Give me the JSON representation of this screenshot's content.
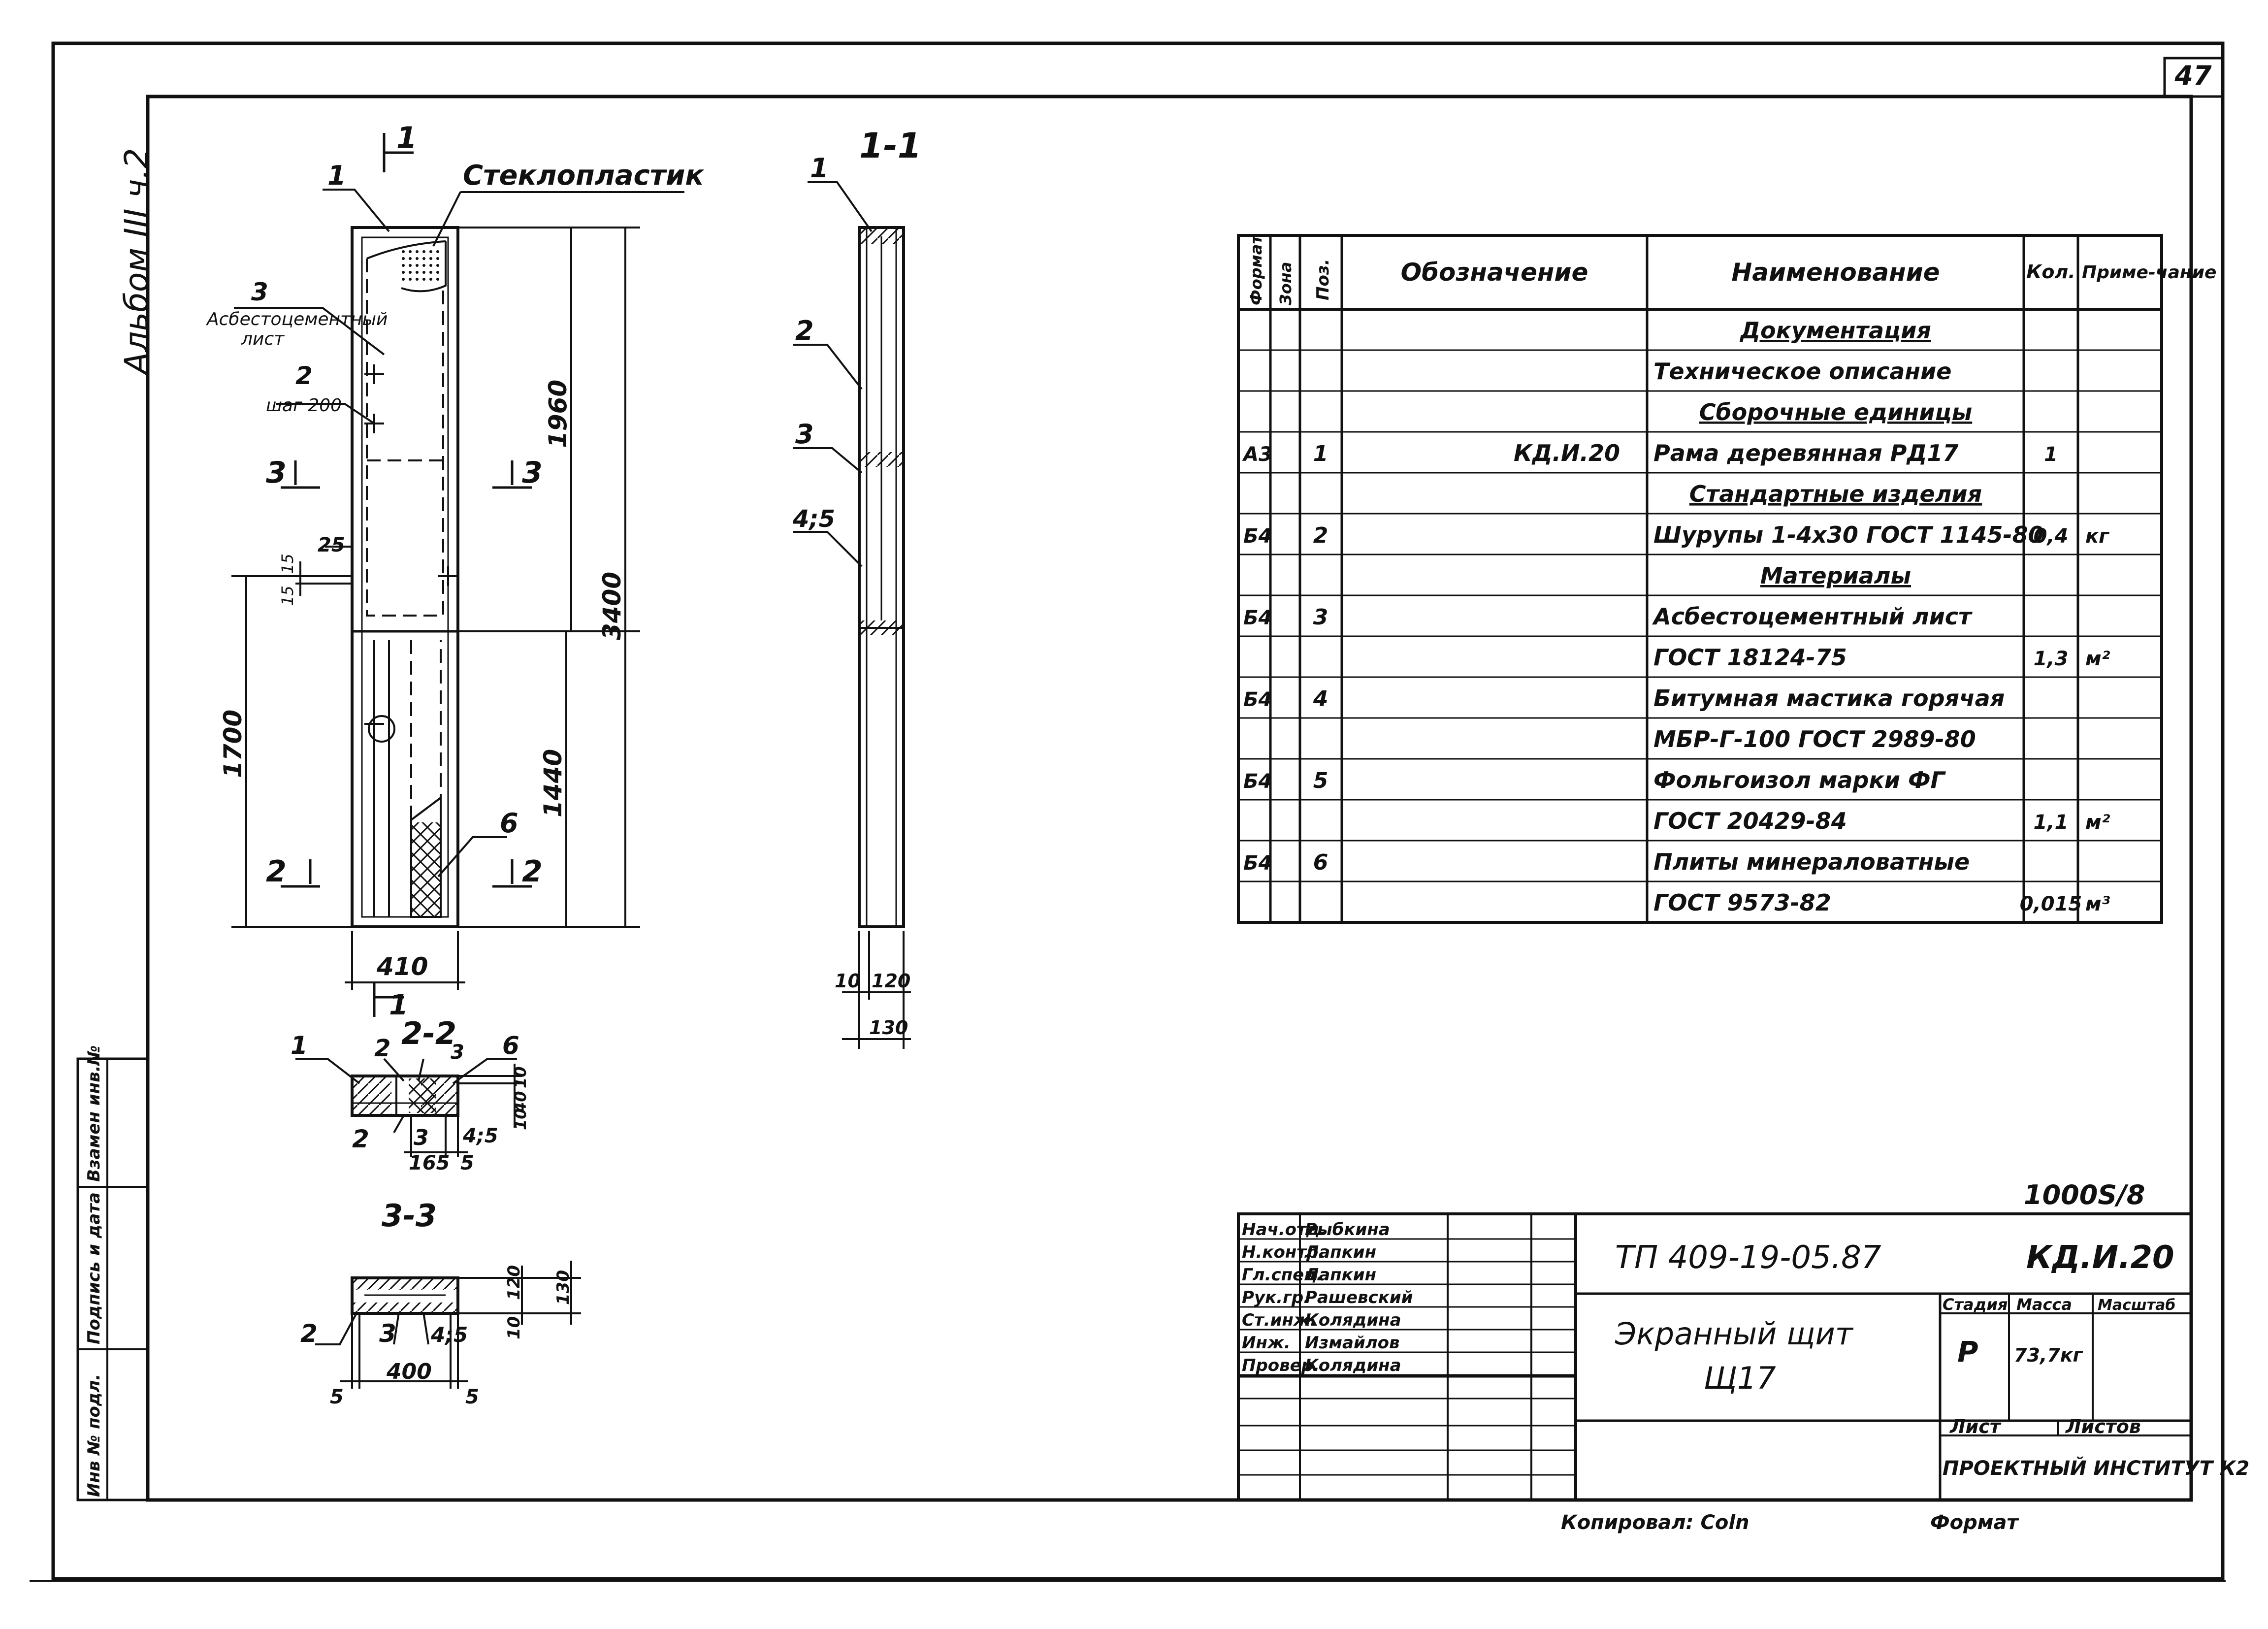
{
  "sheet": {
    "page_number": "47",
    "album": "Альбом III ч.2",
    "side_stamp": [
      "Инв № подл.",
      "Подпись и дата",
      "Взамен инв.№"
    ],
    "copied_by": "Копировал: Coln",
    "format_label": "Формат"
  },
  "views": {
    "section_1_1_title": "1-1",
    "section_2_2_title": "2-2",
    "section_3_3_title": "3-3",
    "cut_marks": {
      "c1": "1",
      "c2": "2",
      "c3": "3"
    },
    "callouts": {
      "glass_plastic": "Стеклопластик",
      "asbestos_sheet_pos": "3",
      "asbestos_sheet": [
        "Асбестоцементный",
        "лист"
      ],
      "screws_pos": "2",
      "screws_step": "шаг 200",
      "frame_pos": "1",
      "wool_pos": "6",
      "c11_p1": "1",
      "c11_p2": "2",
      "c11_p3": "3",
      "c11_p45": "4;5",
      "c22_p1": "1",
      "c22_p2a": "2",
      "c22_p3a": "3",
      "c22_p6": "6",
      "c22_p2b": "2",
      "c22_p3b": "3",
      "c22_p45": "4;5",
      "c33_p2": "2",
      "c33_p3": "3",
      "c33_p45": "4;5"
    },
    "dimensions": {
      "d1960": "1960",
      "d3400": "3400",
      "d1440": "1440",
      "d1700": "1700",
      "d410": "410",
      "d25": "25",
      "d15a": "15",
      "d15b": "15",
      "d10a": "10",
      "d120a": "120",
      "d130a": "130",
      "d10b": "10",
      "d40": "40",
      "d10c": "10",
      "d165": "165",
      "d5a": "5",
      "d120b": "120",
      "d130b": "130",
      "d10d": "10",
      "d400": "400",
      "d5b": "5",
      "d5c": "5"
    }
  },
  "spec_table": {
    "headers": {
      "format": "Формат",
      "zone": "Зона",
      "pos": "Поз.",
      "designation": "Обозначение",
      "name": "Наименование",
      "qty": "Кол.",
      "note": "Приме-чание"
    },
    "rows": [
      {
        "format": "",
        "pos": "",
        "designation": "",
        "name": "Документация",
        "qty": "",
        "note": "",
        "section": true
      },
      {
        "format": "",
        "pos": "",
        "designation": "",
        "name": "Техническое описание",
        "qty": "",
        "note": ""
      },
      {
        "format": "",
        "pos": "",
        "designation": "",
        "name": "Сборочные единицы",
        "qty": "",
        "note": "",
        "section": true
      },
      {
        "format": "А3",
        "pos": "1",
        "designation": "КД.И.20",
        "name": "Рама деревянная РД17",
        "qty": "1",
        "note": ""
      },
      {
        "format": "",
        "pos": "",
        "designation": "",
        "name": "Стандартные изделия",
        "qty": "",
        "note": "",
        "section": true
      },
      {
        "format": "Б4",
        "pos": "2",
        "designation": "",
        "name": "Шурупы 1-4х30 ГОСТ 1145-80",
        "qty": "0,4",
        "note": "кг"
      },
      {
        "format": "",
        "pos": "",
        "designation": "",
        "name": "Материалы",
        "qty": "",
        "note": "",
        "section": true
      },
      {
        "format": "Б4",
        "pos": "3",
        "designation": "",
        "name": "Асбестоцементный лист",
        "qty": "",
        "note": ""
      },
      {
        "format": "",
        "pos": "",
        "designation": "",
        "name": "ГОСТ 18124-75",
        "qty": "1,3",
        "note": "м²"
      },
      {
        "format": "Б4",
        "pos": "4",
        "designation": "",
        "name": "Битумная мастика горячая",
        "qty": "",
        "note": ""
      },
      {
        "format": "",
        "pos": "",
        "designation": "",
        "name": "МБР-Г-100 ГОСТ 2989-80",
        "qty": "",
        "note": ""
      },
      {
        "format": "Б4",
        "pos": "5",
        "designation": "",
        "name": "Фольгоизол марки ФГ",
        "qty": "",
        "note": ""
      },
      {
        "format": "",
        "pos": "",
        "designation": "",
        "name": "ГОСТ 20429-84",
        "qty": "1,1",
        "note": "м²"
      },
      {
        "format": "Б4",
        "pos": "6",
        "designation": "",
        "name": "Плиты минераловатные",
        "qty": "",
        "note": ""
      },
      {
        "format": "",
        "pos": "",
        "designation": "",
        "name": "ГОСТ 9573-82",
        "qty": "0,015",
        "note": "м³"
      }
    ]
  },
  "title_block": {
    "sheet_code": "1000S/8",
    "project": "ТП 409-19-05.87",
    "doc_code": "КД.И.20",
    "title_line1": "Экранный щит",
    "title_line2": "Щ17",
    "stage_label": "Стадия",
    "mass_label": "Масса",
    "scale_label": "Масштаб",
    "stage": "Р",
    "mass": "73,7кг",
    "sheet_label": "Лист",
    "sheets_label": "Листов",
    "organization": "ПРОЕКТНЫЙ ИНСТИТУТ К2",
    "people": [
      {
        "role": "Нач.отд.",
        "name": "Рыбкина"
      },
      {
        "role": "Н.контр.",
        "name": "Лапкин"
      },
      {
        "role": "Гл.спец.",
        "name": "Лапкин"
      },
      {
        "role": "Рук.гр.",
        "name": "Рашевский"
      },
      {
        "role": "Ст.инж.",
        "name": "Колядина"
      },
      {
        "role": "Инж.",
        "name": "Измайлов"
      },
      {
        "role": "Провер.",
        "name": "Колядина"
      }
    ]
  }
}
